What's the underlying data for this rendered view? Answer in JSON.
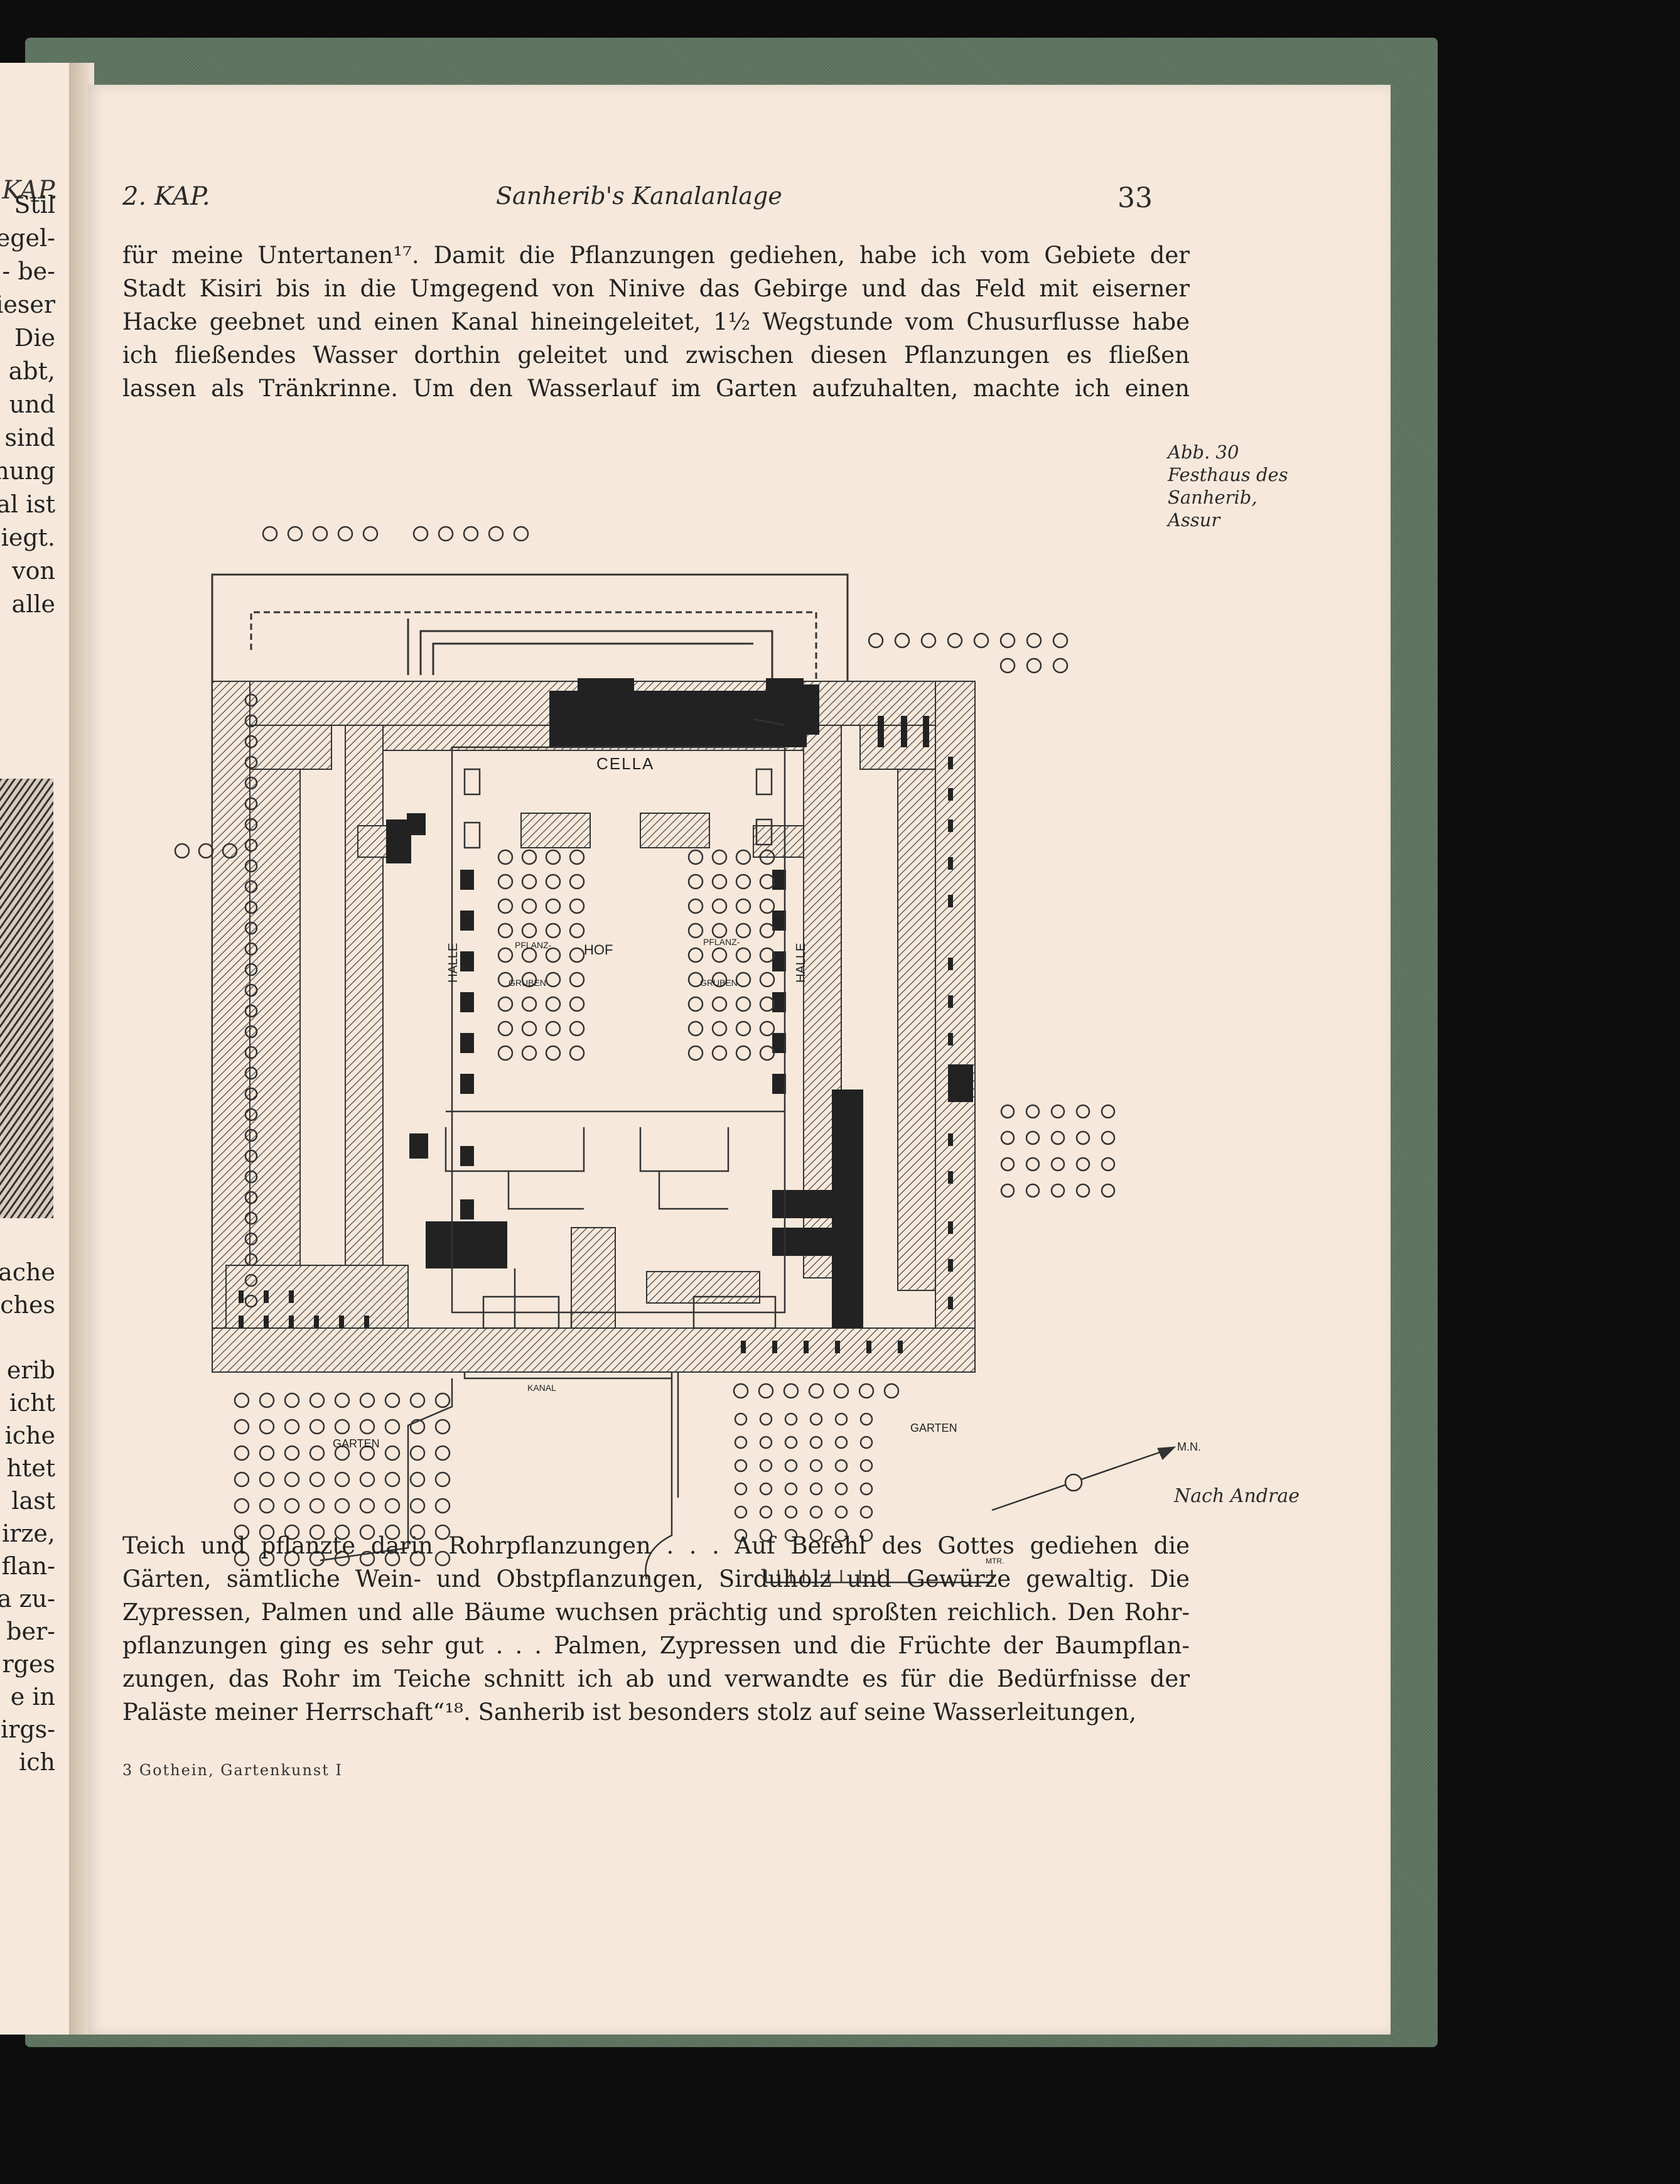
{
  "left_page": {
    "running_head": "KAP.",
    "lines_top": [
      "Stil",
      "egel-",
      "- be-",
      "ieser",
      "Die",
      "abt,",
      "und",
      "sind",
      "nung",
      "al ist",
      "iegt.",
      "von",
      "alle"
    ],
    "lines_bottom": [
      "ache",
      "ches",
      "",
      "erib",
      "icht",
      "iche",
      "htet",
      "last",
      "irze,",
      "flan-",
      "a zu-",
      "ber-",
      "rges",
      "e in",
      "irgs-",
      "ich"
    ]
  },
  "header": {
    "chapter": "2. KAP.",
    "title": "Sanherib's Kanalanlage",
    "page_number": "33"
  },
  "paragraph_top": [
    "für meine Untertanen¹⁷. Damit die Pflanzungen gediehen, habe ich vom Gebiete der",
    "Stadt Kisiri bis in die Umgegend von Ninive das Gebirge und das Feld mit eiserner",
    "Hacke geebnet und einen Kanal hineingeleitet, 1½ Wegstunde vom Chusurflusse habe",
    "ich fließendes Wasser dorthin geleitet und zwischen diesen Pflanzungen es fließen",
    "lassen als Tränkrinne. Um den Wasserlauf im Garten aufzuhalten, machte ich einen"
  ],
  "figure": {
    "caption_lines": [
      "Abb. 30",
      "Festhaus des",
      "Sanherib,",
      "Assur"
    ],
    "credit": "Nach Andrae",
    "labels": {
      "cella": "CELLA",
      "hof": "HOF",
      "halle_left": "HALLE",
      "halle_right": "HALLE",
      "pflanz_left": "PFLANZ-",
      "gruben_left": "GRUBEN",
      "pflanz_right": "PFLANZ-",
      "gruben_right": "GRUBEN",
      "kanal": "KANAL",
      "garten_left": "GARTEN",
      "garten_right": "GARTEN",
      "north": "M.N.",
      "scale_unit": "MTR."
    }
  },
  "paragraph_bottom": [
    "Teich und pflanzte darin Rohrpflanzungen . . . Auf Befehl des Gottes gediehen die",
    "Gärten, sämtliche Wein- und Obstpflanzungen, Sirduholz und Gewürze gewaltig. Die",
    "Zypressen, Palmen und alle Bäume wuchsen prächtig und sproßten reichlich. Den Rohr-",
    "pflanzungen ging es sehr gut . . . Palmen, Zypressen und die Früchte der Baumpflan-",
    "zungen, das Rohr im Teiche schnitt ich ab und verwandte es für die Bedürfnisse der",
    "Paläste meiner Herrschaft“¹⁸. Sanherib ist besonders stolz auf seine Wasserleitungen,"
  ],
  "signature": "3 Gothein, Gartenkunst I"
}
